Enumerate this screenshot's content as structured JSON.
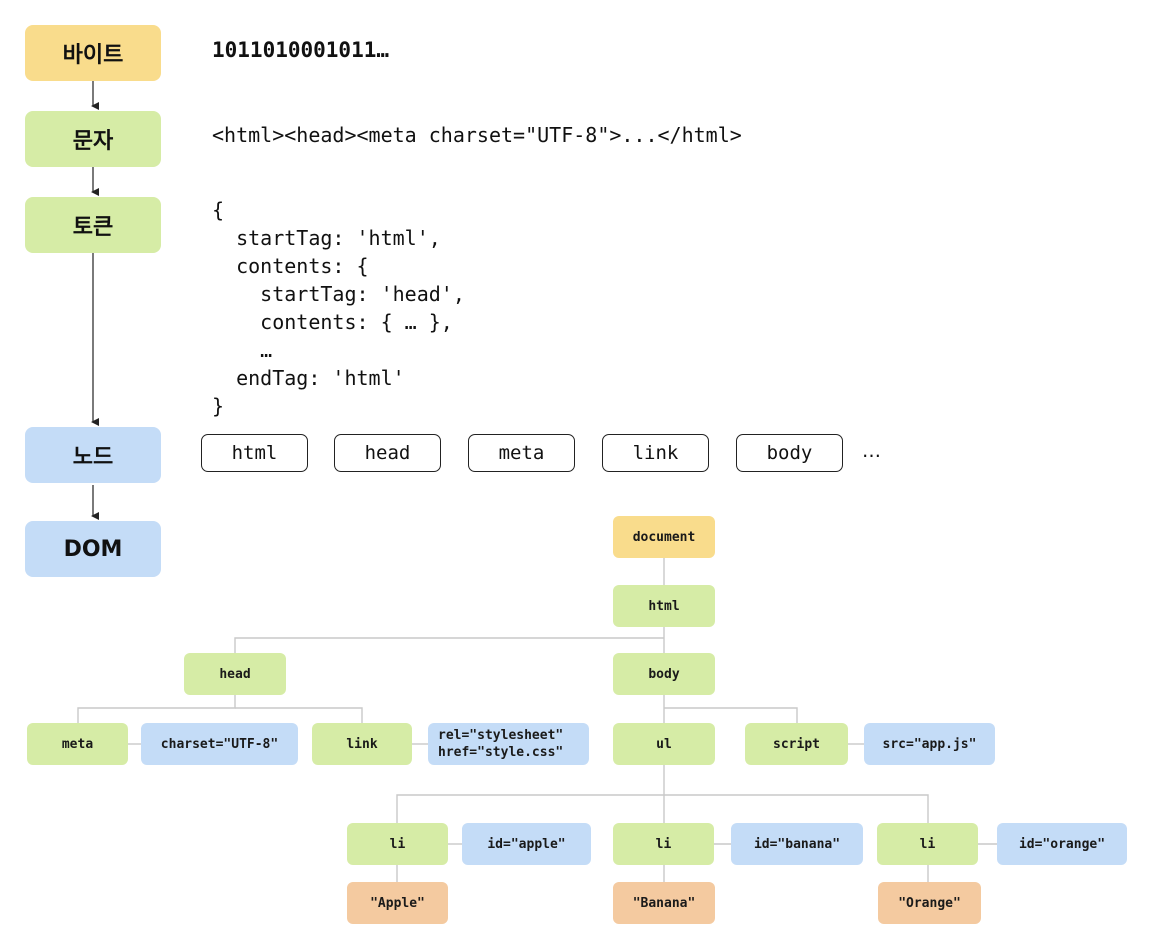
{
  "colors": {
    "byte": "#f9dc8c",
    "char": "#d6eca6",
    "token": "#d6eca6",
    "node": "#c4dcf7",
    "dom": "#c4dcf7",
    "element": "#d6eca6",
    "attribute": "#c4dcf7",
    "text": "#f4caa0",
    "document": "#f9dc8c"
  },
  "steps": {
    "bytes": "바이트",
    "chars": "문자",
    "tokens": "토큰",
    "nodes": "노드",
    "dom": "DOM"
  },
  "bytes_example": "1011010001011…",
  "chars_example": "<html><head><meta charset=\"UTF-8\">...</html>",
  "token_code": "{\n  startTag: 'html',\n  contents: {\n    startTag: 'head',\n    contents: { … },\n    …\n  endTag: 'html'\n}",
  "node_tokens": [
    "html",
    "head",
    "meta",
    "link",
    "body"
  ],
  "node_tokens_more": "…",
  "tree": {
    "document": "document",
    "html": "html",
    "head": "head",
    "body": "body",
    "meta": "meta",
    "meta_charset": "charset=\"UTF-8\"",
    "link": "link",
    "link_rel": "rel=\"stylesheet\"",
    "link_href": "href=\"style.css\"",
    "ul": "ul",
    "script": "script",
    "script_src": "src=\"app.js\"",
    "li_apple": "li",
    "li_apple_id": "id=\"apple\"",
    "text_apple": "\"Apple\"",
    "li_banana": "li",
    "li_banana_id": "id=\"banana\"",
    "text_banana": "\"Banana\"",
    "li_orange": "li",
    "li_orange_id": "id=\"orange\"",
    "text_orange": "\"Orange\""
  }
}
